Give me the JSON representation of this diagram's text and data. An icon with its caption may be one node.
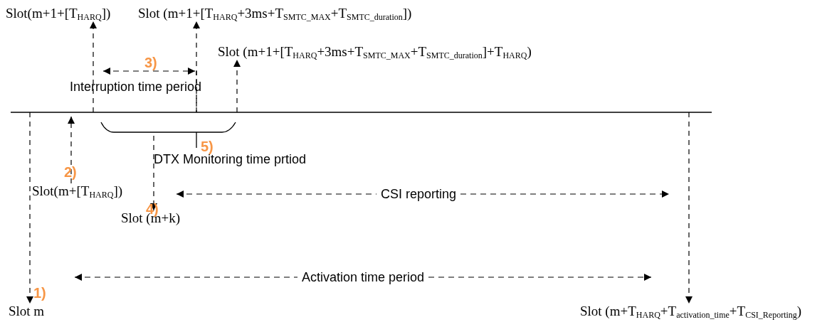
{
  "diagram": {
    "nodes": [
      {
        "text": [
          "Slot(m+1+[T$_{HARQ}$])"
        ]
      },
      {
        "text": [
          "Slot (m+1+[T$_{HARQ}$+3ms+T$_{SMTC_MAX}$+T$_{SMTC_duration}$])"
        ]
      },
      {
        "text": [
          "Slot (m+1+[T$_{HARQ}$+3ms+T$_{SMTC_MAX}$+T$_{SMTC_duration}$]+T$_{HARQ}$)"
        ]
      },
      {
        "text": [
          "Slot(m+[T$_{HARQ}$])"
        ]
      },
      {
        "text": [
          "Slot (m+k)"
        ]
      },
      {
        "text": [
          "Slot m"
        ]
      },
      {
        "text": [
          "Slot (m+T$_{HARQ}$+T$_{activation_time}$+T$_{CSI_Reporting}$)"
        ]
      }
    ],
    "edges": [
      {
        "from": null,
        "to": 0,
        "arrow": "to",
        "style": "dashed"
      },
      {
        "from": null,
        "to": 1,
        "arrow": "to",
        "style": "dashed"
      },
      {
        "from": null,
        "to": 2,
        "arrow": "to",
        "style": "dashed"
      },
      {
        "from": 3,
        "to": null,
        "arrow": "to",
        "style": "dashed"
      },
      {
        "from": null,
        "to": 4,
        "arrow": "to",
        "style": "dashed"
      },
      {
        "from": null,
        "to": 5,
        "arrow": "to",
        "style": "dashed"
      },
      {
        "from": null,
        "to": 6,
        "arrow": "to",
        "style": "dashed"
      }
    ],
    "labels": [
      "3)",
      "Interruption time period",
      "5)",
      "DTX Monitoring time prtiod",
      "2)",
      "CSI reporting",
      "4)",
      "Activation time period",
      "1)"
    ]
  }
}
